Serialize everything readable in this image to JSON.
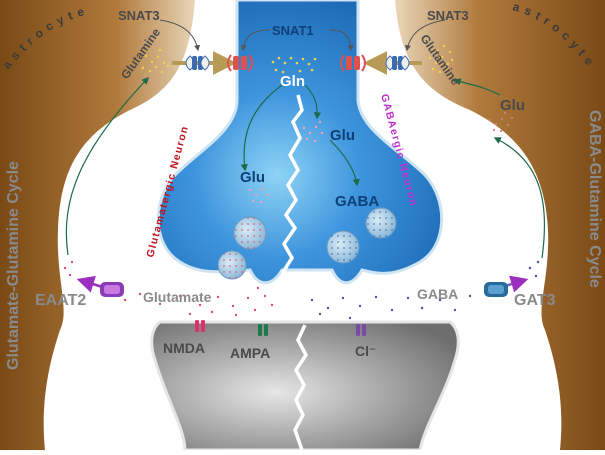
{
  "cycles": {
    "left_title": "Glutamate-Glutamine Cycle",
    "right_title": "GABA-Glutamine Cycle"
  },
  "astrocyte": {
    "left_label": "a s t r o c y t e",
    "right_label": "a s t r o c y t e",
    "left_transporter": "SNAT3",
    "right_transporter": "SNAT3",
    "left_glutamine": "Glutamine",
    "right_glutamine": "Glutamine",
    "right_glu": "Glu"
  },
  "presynaptic": {
    "transporter": "SNAT1",
    "gln": "Gln",
    "glu_left": "Glu",
    "glu_right": "Glu",
    "gaba": "GABA",
    "left_neuron_label": "Glutamatergic Neuron",
    "right_neuron_label": "GABAergic Neuron"
  },
  "cleft": {
    "eaat2": "EAAT2",
    "gat3": "GAT3",
    "glutamate": "Glutamate",
    "gaba": "GABA"
  },
  "postsynaptic": {
    "nmda": "NMDA",
    "ampa": "AMPA",
    "cl": "Cl⁻"
  },
  "colors": {
    "astrocyte": "#9c6a2e",
    "neuron_blue": "#2a7fd0",
    "postsynaptic_gray": "#9a9a9a",
    "neuron_label_red": "#c0151f",
    "neuron_label_purple": "#c030d0",
    "arrow_green": "#1d6a4a",
    "transporter_purple": "#7a3fb0",
    "transporter_teal": "#2a6a9a"
  }
}
